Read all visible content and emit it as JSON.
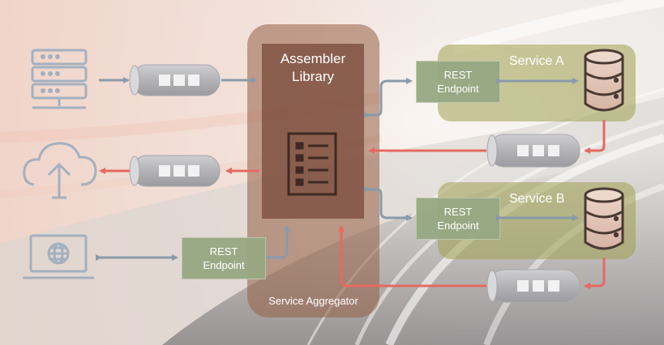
{
  "assembler": {
    "title_line1": "Assembler",
    "title_line2": "Library",
    "icon": "list-icon"
  },
  "aggregator": {
    "label": "Service Aggregator"
  },
  "services": [
    {
      "title": "Service A",
      "endpoint_line1": "REST",
      "endpoint_line2": "Endpoint",
      "icon": "database-icon"
    },
    {
      "title": "Service B",
      "endpoint_line1": "REST",
      "endpoint_line2": "Endpoint",
      "icon": "database-icon"
    }
  ],
  "client_endpoint": {
    "line1": "REST",
    "line2": "Endpoint"
  },
  "left_icons": [
    "server-icon",
    "cloud-upload-icon",
    "laptop-globe-icon"
  ],
  "queue_icon": "queue-icon",
  "colors": {
    "gray_arrow": "#8a9aaa",
    "red_arrow": "#e46a62",
    "aggregator": "#9a6048",
    "service": "#a0a050"
  }
}
